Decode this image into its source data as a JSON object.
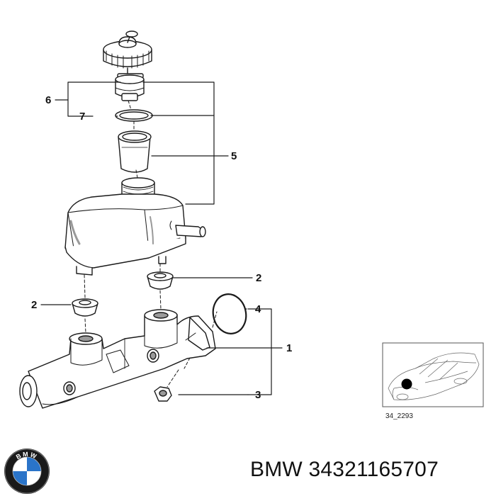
{
  "callouts": {
    "c6": "6",
    "c7": "7",
    "c5": "5",
    "c2a": "2",
    "c2b": "2",
    "c4": "4",
    "c1": "1",
    "c3": "3"
  },
  "inset": {
    "code": "34_2293"
  },
  "footer": {
    "part_label": "BMW 34321165707",
    "logo_text": "BMW"
  },
  "colors": {
    "line": "#1a1a1a",
    "part_fill": "#ffffff",
    "shade": "#9a9a9a",
    "logo_blue": "#2a74c9"
  }
}
